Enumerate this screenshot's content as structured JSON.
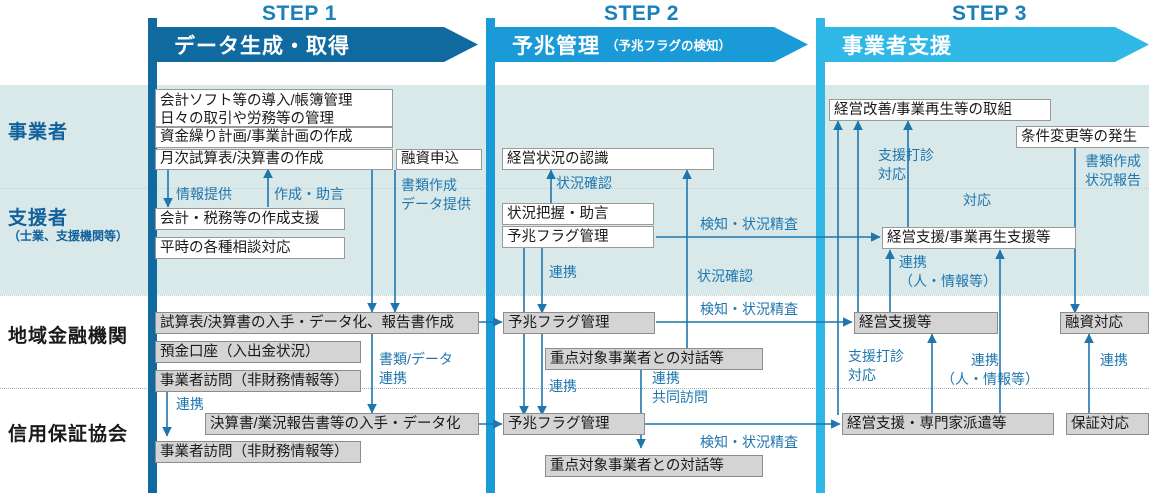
{
  "steps": [
    {
      "num": "STEP 1",
      "title": "データ生成・取得",
      "sub": ""
    },
    {
      "num": "STEP 2",
      "title": "予兆管理",
      "sub": "（予兆フラグの検知）"
    },
    {
      "num": "STEP 3",
      "title": "事業者支援",
      "sub": ""
    }
  ],
  "lanes": [
    {
      "name": "事業者",
      "sub": ""
    },
    {
      "name": "支援者",
      "sub": "（士業、支援機関等）"
    },
    {
      "name": "地域金融機関",
      "sub": ""
    },
    {
      "name": "信用保証協会",
      "sub": ""
    }
  ],
  "boxes": {
    "b1": "会計ソフト等の導入/帳簿管理",
    "b1b": "日々の取引や労務等の管理",
    "b2": "資金繰り計画/事業計画の作成",
    "b3": "月次試算表/決算書の作成",
    "b4": "融資申込",
    "b5": "会計・税務等の作成支援",
    "b6": "平時の各種相談対応",
    "b7": "試算表/決算書の入手・データ化、報告書作成",
    "b8": "預金口座（入出金状況）",
    "b9": "事業者訪問（非財務情報等）",
    "b10": "決算書/業況報告書等の入手・データ化",
    "b11": "事業者訪問（非財務情報等）",
    "b12": "経営状況の認識",
    "b13": "状況把握・助言",
    "b14": "予兆フラグ管理",
    "b15": "予兆フラグ管理",
    "b16": "重点対象事業者との対話等",
    "b17": "予兆フラグ管理",
    "b18": "重点対象事業者との対話等",
    "b19": "経営改善/事業再生等の取組",
    "b20": "条件変更等の発生",
    "b21": "経営支援/事業再生支援等",
    "b22": "経営支援等",
    "b23": "融資対応",
    "b24": "経営支援・専門家派遣等",
    "b25": "保証対応"
  },
  "notes": {
    "n1": "情報提供",
    "n2": "作成・助言",
    "n3a": "書類作成",
    "n3b": "データ提供",
    "n4a": "書類/データ",
    "n4b": "連携",
    "n5": "連携",
    "n6": "状況確認",
    "n7": "連携",
    "n8": "連携",
    "n9": "検知・状況精査",
    "n10": "状況確認",
    "n11": "検知・状況精査",
    "n12a": "連携",
    "n12b": "共同訪問",
    "n13": "検知・状況精査",
    "n14a": "支援打診",
    "n14b": "対応",
    "n15": "対応",
    "n16a": "連携",
    "n16b": "（人・情報等）",
    "n17a": "書類作成",
    "n17b": "状況報告",
    "n18a": "支援打診",
    "n18b": "対応",
    "n19a": "連携",
    "n19b": "（人・情報等）",
    "n20": "連携"
  },
  "colors": {
    "step1": "#116a9f",
    "step2": "#1a9bd7",
    "step3": "#2fb8e6",
    "band": "#d9e9ea",
    "wire": "#1f76ad",
    "step_num": "#1b7fb8"
  }
}
